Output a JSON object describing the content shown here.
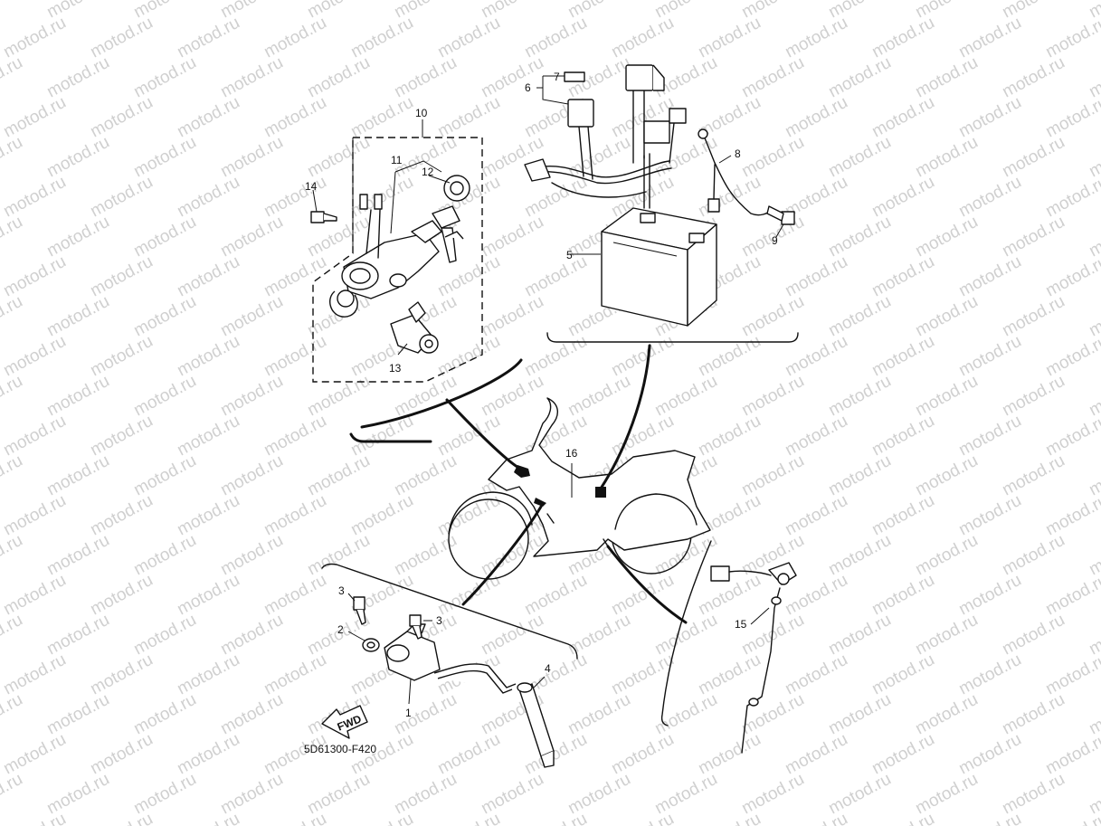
{
  "diagram": {
    "drawing_code": "5D61300-F420",
    "watermark": "motod.ru",
    "fwd_label": "FWD",
    "callouts": {
      "c1": "1",
      "c2": "2",
      "c3a": "3",
      "c3b": "3",
      "c4": "4",
      "c5": "5",
      "c6": "6",
      "c7": "7",
      "c8": "8",
      "c9": "9",
      "c10": "10",
      "c11": "11",
      "c12": "12",
      "c13": "13",
      "c14": "14",
      "c15": "15",
      "c16": "16"
    }
  }
}
